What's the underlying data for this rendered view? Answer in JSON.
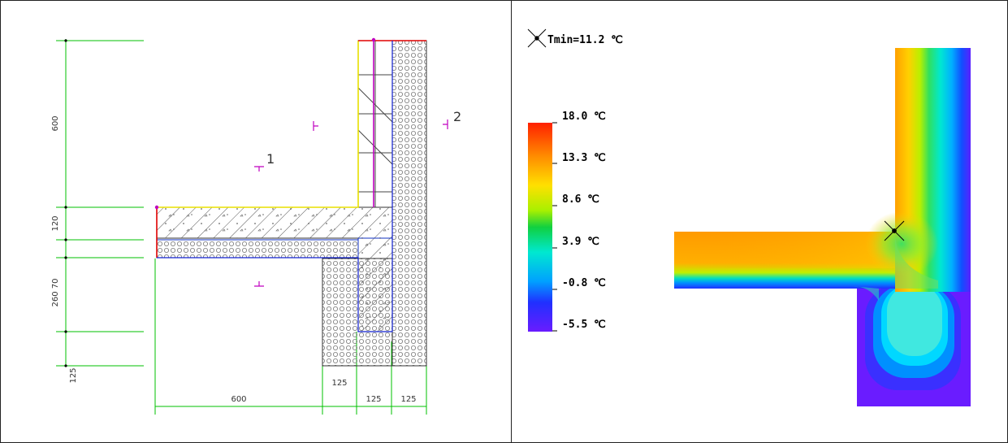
{
  "drawing": {
    "dims_vertical": [
      "600",
      "120",
      "260 70",
      "125"
    ],
    "dims_horizontal": [
      "600",
      "125",
      "125",
      "125"
    ],
    "points": [
      "1",
      "2"
    ]
  },
  "thermal": {
    "tmin_label": "Tmin=11.2 ℃",
    "legend": {
      "labels": [
        "18.0 ℃",
        "13.3 ℃",
        "8.6 ℃",
        "3.9 ℃",
        "-0.8 ℃",
        "-5.5 ℃"
      ],
      "colors": [
        "#ff2000",
        "#ff8c00",
        "#ffe000",
        "#a8f000",
        "#10d040",
        "#00e8d0",
        "#00a0ff",
        "#2030ff",
        "#6a1cff"
      ]
    }
  }
}
